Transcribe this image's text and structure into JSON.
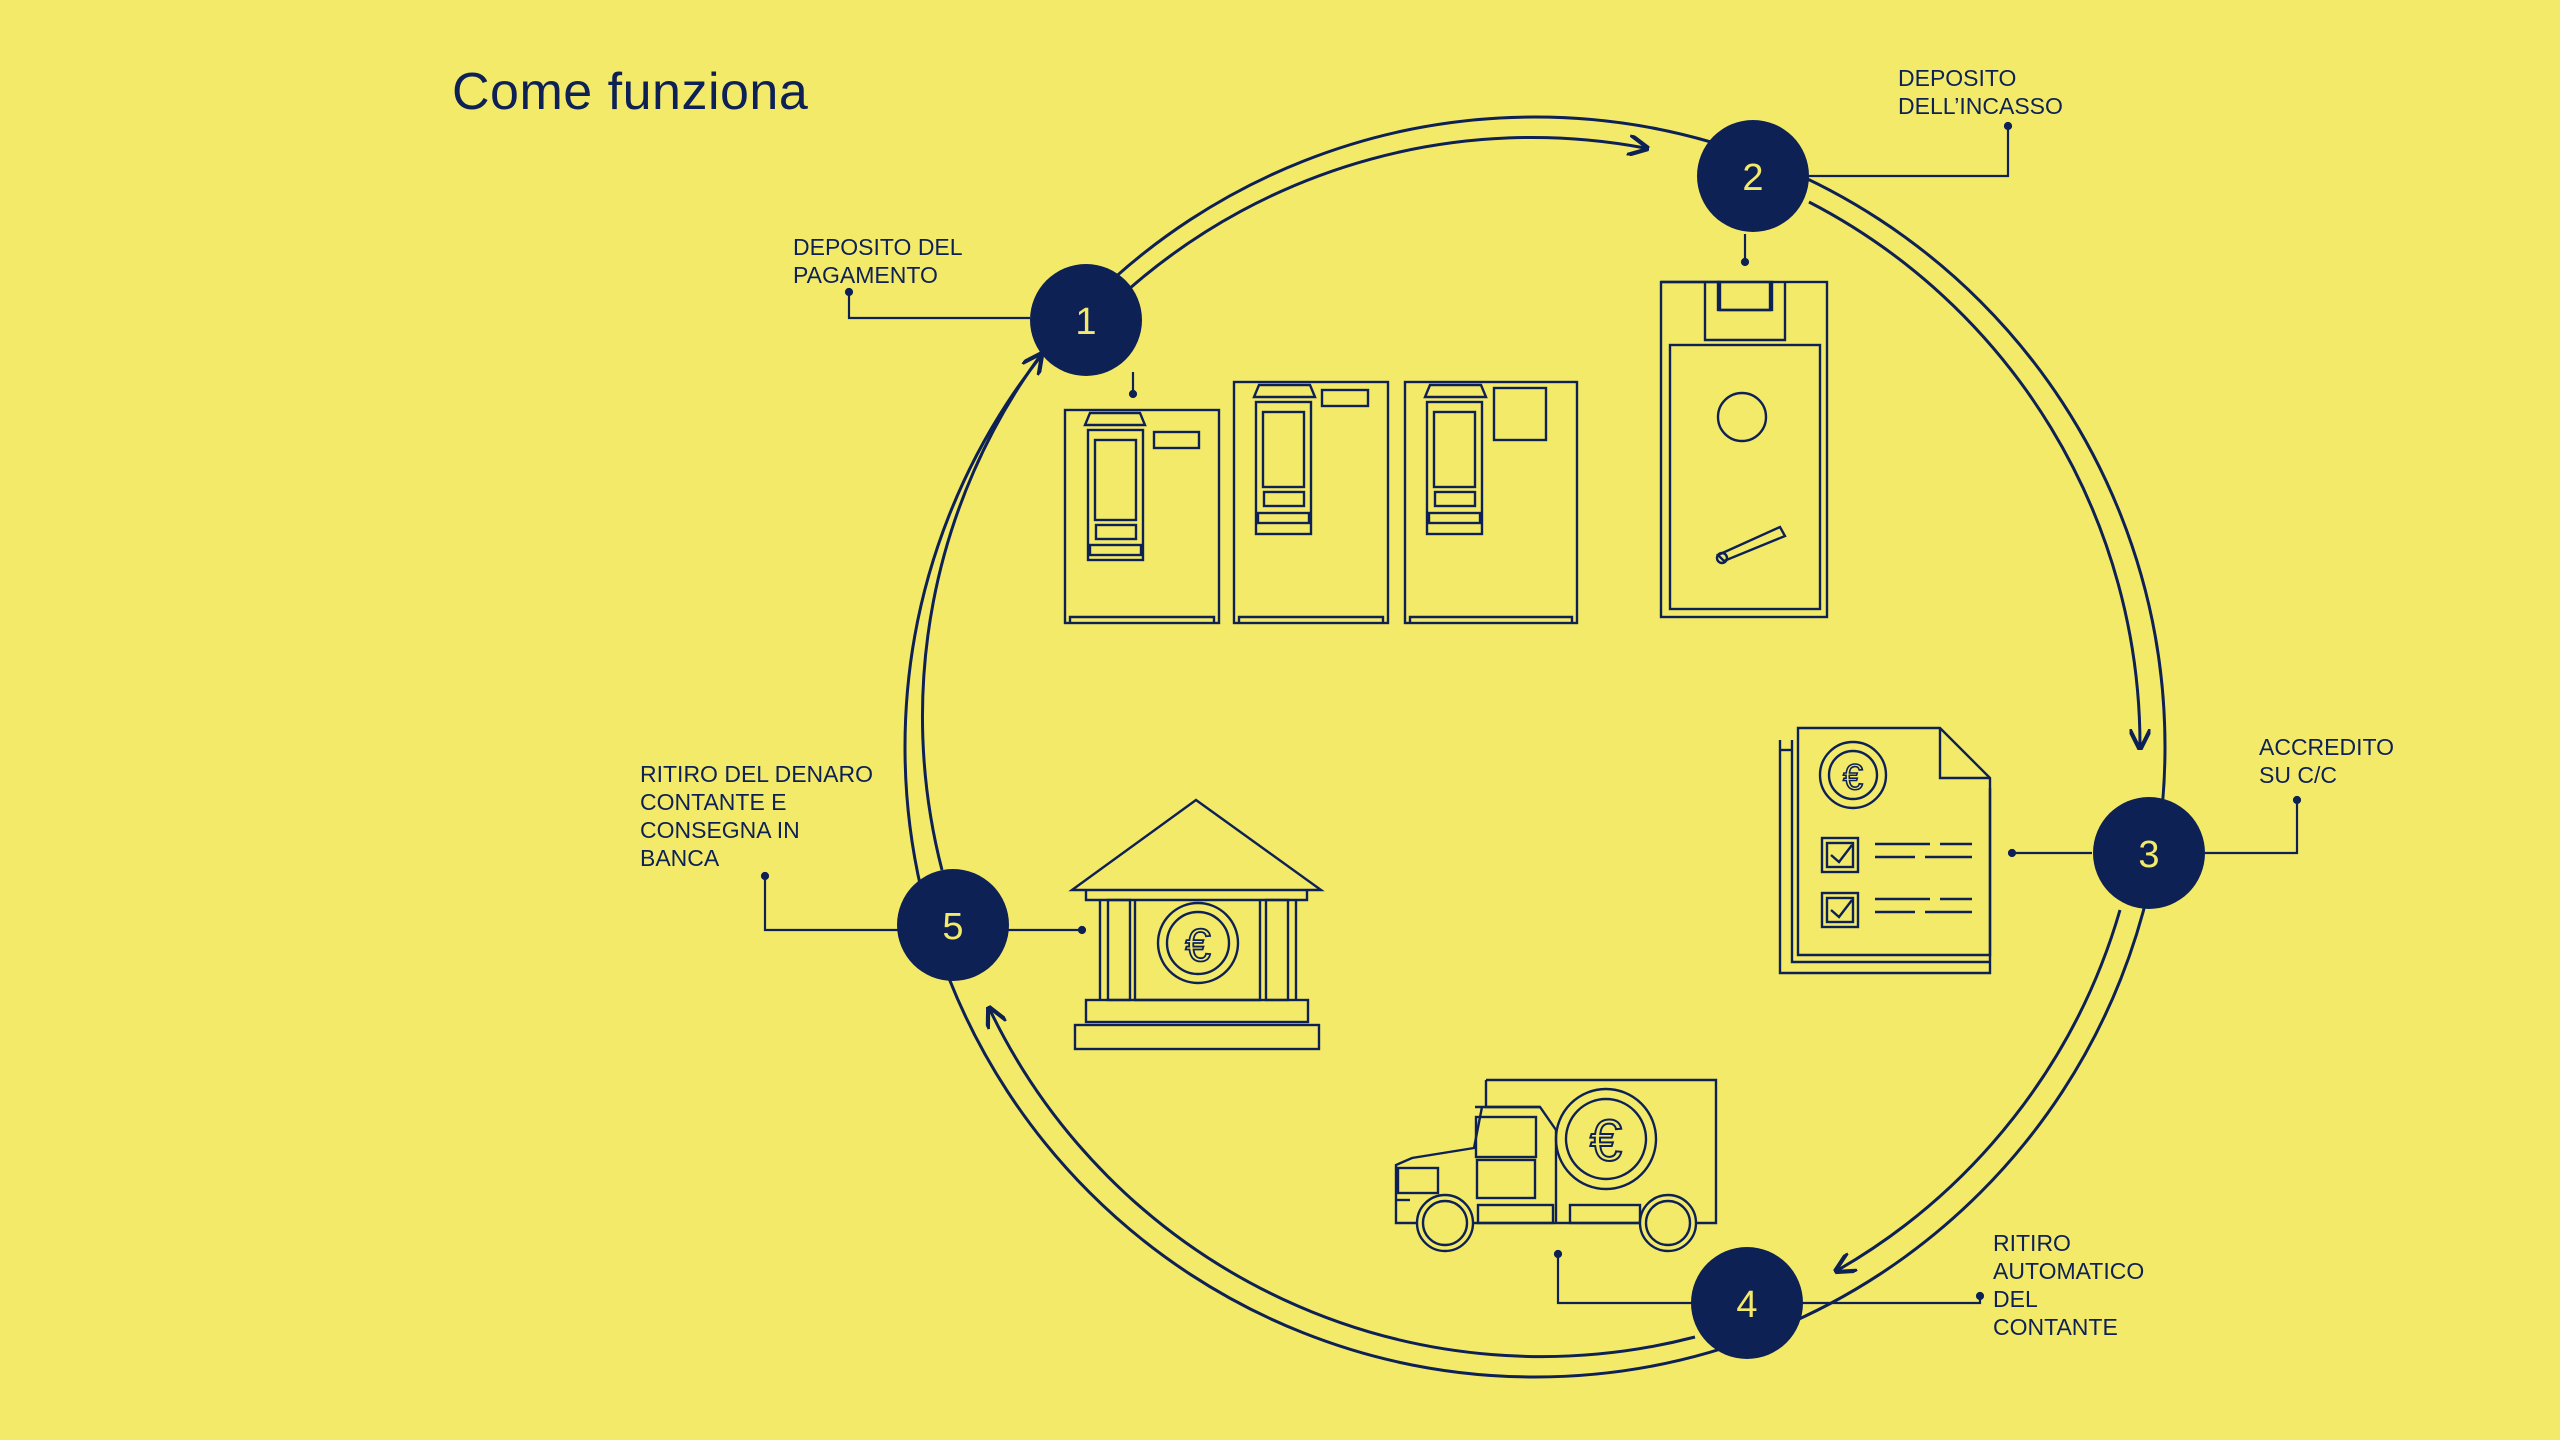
{
  "title": "Come funziona",
  "colors": {
    "background": "#f4ea6a",
    "navy": "#0d2155",
    "number_text": "#f4ea6a"
  },
  "steps": [
    {
      "number": "1",
      "label": "DEPOSITO DEL\nPAGAMENTO",
      "icon": "payment-kiosks-icon"
    },
    {
      "number": "2",
      "label": "DEPOSITO\nDELL’INCASSO",
      "icon": "safe-icon"
    },
    {
      "number": "3",
      "label": "ACCREDITO\nSU C/C",
      "icon": "statement-document-icon"
    },
    {
      "number": "4",
      "label": "RITIRO\nAUTOMATICO\nDEL\nCONTANTE",
      "icon": "armored-truck-icon"
    },
    {
      "number": "5",
      "label": "RITIRO DEL DENARO\nCONTANTE E\nCONSEGNA IN\nBANCA",
      "icon": "bank-icon"
    }
  ],
  "euro_symbol": "€"
}
